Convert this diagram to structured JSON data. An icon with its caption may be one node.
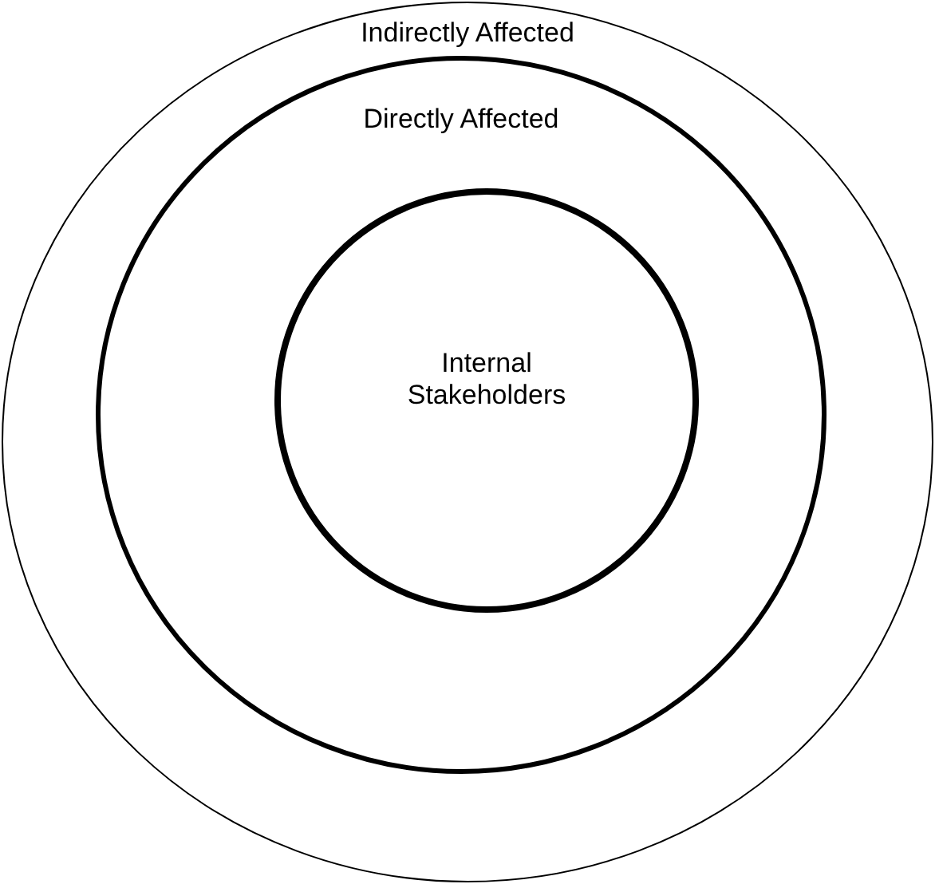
{
  "diagram": {
    "nodes": [
      {
        "text": [
          "Indirectly Affected"
        ]
      },
      {
        "text": [
          "Directly Affected"
        ],
        "in": 0
      },
      {
        "text": [
          "Internal Stakeholders"
        ],
        "in": 1
      }
    ]
  }
}
